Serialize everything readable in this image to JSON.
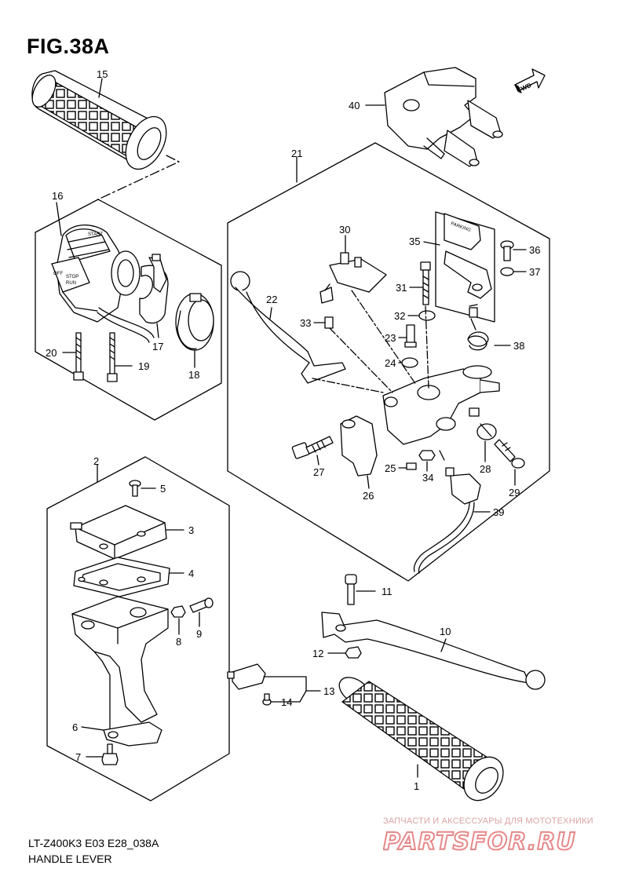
{
  "figure": {
    "title": "FIG.38A",
    "diagram_code": "LT-Z400K3 E03 E28_038A",
    "section_name": "HANDLE LEVER",
    "fwd_label": "FWD"
  },
  "watermark": {
    "caption": "ЗАПЧАСТИ И АКСЕССУАРЫ ДЛЯ МОТОТЕХНИКИ",
    "logo_text": "PARTSFOR.RU",
    "color": "#d63a3a"
  },
  "part_labels": [
    "1",
    "2",
    "3",
    "4",
    "5",
    "6",
    "7",
    "8",
    "9",
    "10",
    "11",
    "12",
    "13",
    "14",
    "15",
    "16",
    "17",
    "18",
    "19",
    "20",
    "21",
    "22",
    "23",
    "24",
    "25",
    "26",
    "27",
    "28",
    "29",
    "30",
    "31",
    "32",
    "33",
    "34",
    "35",
    "36",
    "37",
    "38",
    "39",
    "40"
  ]
}
